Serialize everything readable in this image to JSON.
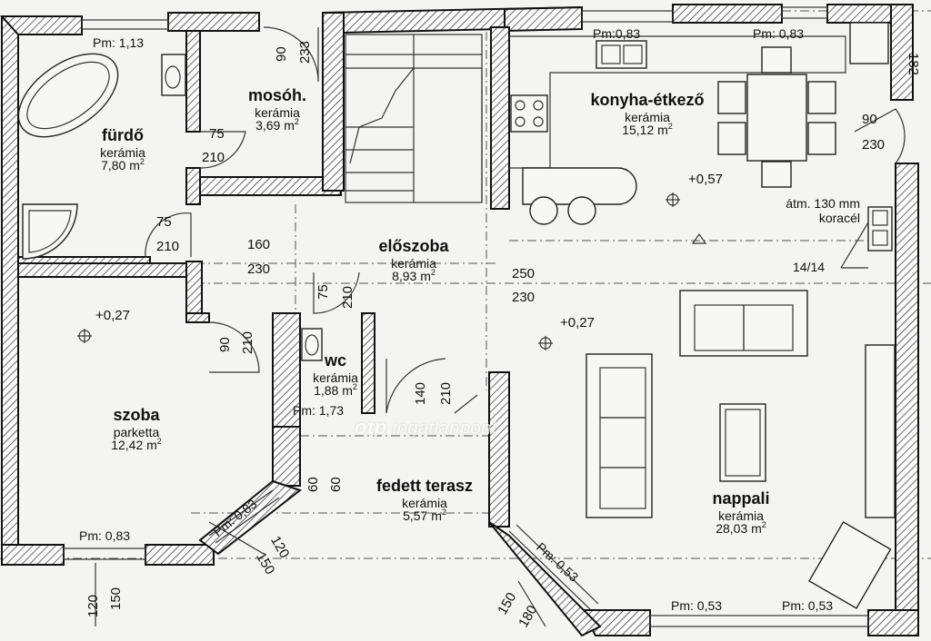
{
  "rooms": [
    {
      "name": "fürdő",
      "floor": "kerámia",
      "area": "7,80 m",
      "sup": "2"
    },
    {
      "name": "mosóh.",
      "floor": "kerámia",
      "area": "3,69 m",
      "sup": "2"
    },
    {
      "name": "konyha-étkező",
      "floor": "kerámia",
      "area": "15,12 m",
      "sup": "2"
    },
    {
      "name": "előszoba",
      "floor": "kerámia",
      "area": "8,93 m",
      "sup": "2"
    },
    {
      "name": "szoba",
      "floor": "parketta",
      "area": "12,42 m",
      "sup": "2"
    },
    {
      "name": "wc",
      "floor": "kerámia",
      "area": "1,88 m",
      "sup": "2"
    },
    {
      "name": "fedett terasz",
      "floor": "kerámia",
      "area": "5,57 m",
      "sup": "2"
    },
    {
      "name": "nappali",
      "floor": "kerámia",
      "area": "28,03 m",
      "sup": "2"
    }
  ],
  "levels": {
    "kitchen": "+0,57",
    "room": "+0,27",
    "living": "+0,27"
  },
  "sill_heights": {
    "bath": "Pm: 1,13",
    "kitchen_left": "Pm:0,83",
    "kitchen_right": "Pm: 0,83",
    "room_bottom": "Pm: 0,83",
    "room_diag": "Pm: 0,83",
    "wc": "Pm: 1,73",
    "living_diag": "Pm: 0,53",
    "living_bottom_left": "Pm: 0,53",
    "living_bottom_right": "Pm: 0,53"
  },
  "chimney": {
    "line1": "átm. 130 mm",
    "line2": "koracél"
  },
  "stairs_label": "14/14",
  "dimensions": {
    "laundry_w": "90",
    "laundry_h": "233",
    "bath_w": "75",
    "bath_h": "210",
    "hall_w1": "75",
    "hall_h1": "210",
    "hall_w2": "160",
    "hall_h2": "230",
    "wc_w": "75",
    "wc_h": "210",
    "room_w": "90",
    "room_h": "210",
    "kitchen_w": "90",
    "kitchen_h": "230",
    "living_w": "250",
    "living_h": "230",
    "door_w": "140",
    "door_h": "210",
    "terrace_a": "60",
    "terrace_b": "60",
    "diag_a": "120",
    "diag_b": "150",
    "bottom_a": "120",
    "bottom_b": "150",
    "living_diag_a": "150",
    "living_diag_b": "180",
    "edge_right": "182"
  },
  "watermark": {
    "brand": "otp",
    "text": "ingatlanpont"
  }
}
